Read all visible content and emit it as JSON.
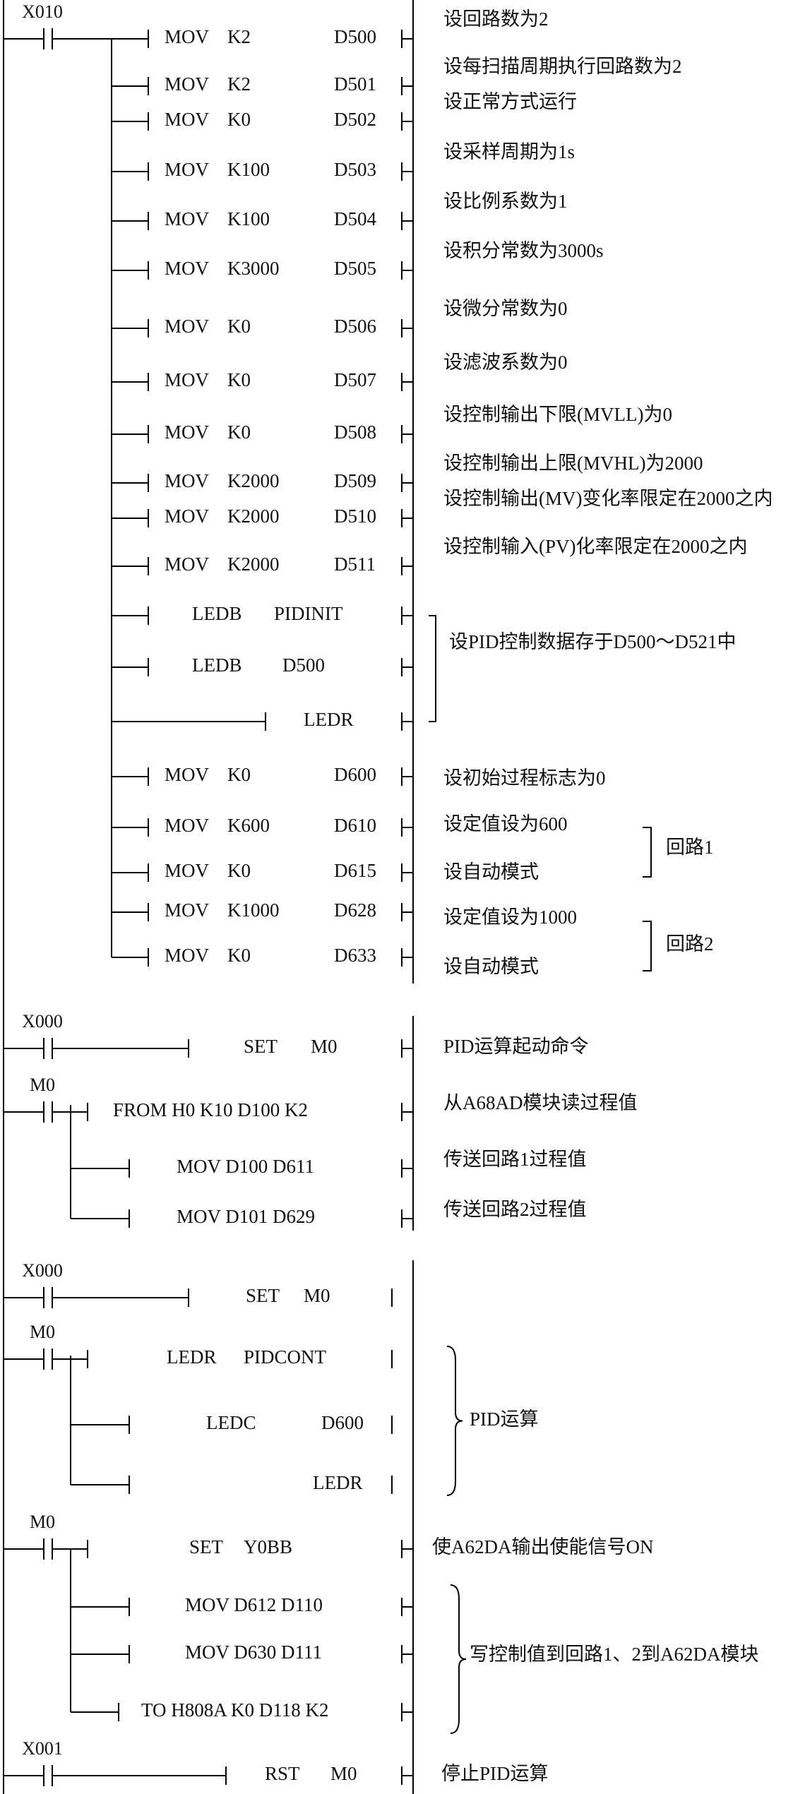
{
  "block1": {
    "contact": "X010",
    "rows": [
      {
        "op": "MOV",
        "src": "K2",
        "dst": "D500",
        "comment": "设回路数为2"
      },
      {
        "op": "MOV",
        "src": "K2",
        "dst": "D501",
        "comment": "设每扫描周期执行回路数为2"
      },
      {
        "op": "MOV",
        "src": "K0",
        "dst": "D502",
        "comment": "设正常方式运行"
      },
      {
        "op": "MOV",
        "src": "K100",
        "dst": "D503",
        "comment": "设采样周期为1s"
      },
      {
        "op": "MOV",
        "src": "K100",
        "dst": "D504",
        "comment": "设比例系数为1"
      },
      {
        "op": "MOV",
        "src": "K3000",
        "dst": "D505",
        "comment": "设积分常数为3000s"
      },
      {
        "op": "MOV",
        "src": "K0",
        "dst": "D506",
        "comment": "设微分常数为0"
      },
      {
        "op": "MOV",
        "src": "K0",
        "dst": "D507",
        "comment": "设滤波系数为0"
      },
      {
        "op": "MOV",
        "src": "K0",
        "dst": "D508",
        "comment": "设控制输出下限(MVLL)为0"
      },
      {
        "op": "MOV",
        "src": "K2000",
        "dst": "D509",
        "comment": "设控制输出上限(MVHL)为2000"
      },
      {
        "op": "MOV",
        "src": "K2000",
        "dst": "D510",
        "comment": "设控制输出(MV)变化率限定在2000之内"
      },
      {
        "op": "MOV",
        "src": "K2000",
        "dst": "D511",
        "comment": "设控制输入(PV)化率限定在2000之内"
      }
    ],
    "ledb1": [
      "LEDB",
      "PIDINIT"
    ],
    "ledb2": [
      "LEDB",
      "D500"
    ],
    "ledr": "LEDR",
    "group_comment": "设PID控制数据存于D500～D521中",
    "rows2": [
      {
        "op": "MOV",
        "src": "K0",
        "dst": "D600",
        "comment": "设初始过程标志为0"
      },
      {
        "op": "MOV",
        "src": "K600",
        "dst": "D610",
        "comment": "设定值设为600"
      },
      {
        "op": "MOV",
        "src": "K0",
        "dst": "D615",
        "comment": "设自动模式"
      },
      {
        "op": "MOV",
        "src": "K1000",
        "dst": "D628",
        "comment": "设定值设为1000"
      },
      {
        "op": "MOV",
        "src": "K0",
        "dst": "D633",
        "comment": "设自动模式"
      }
    ],
    "loop1": "回路1",
    "loop2": "回路2"
  },
  "block2": {
    "r1": {
      "contact": "X000",
      "op": "SET",
      "arg": "M0",
      "comment": "PID运算起动命令"
    },
    "r2": {
      "contact": "M0",
      "instr": "FROM  H0  K10    D100  K2",
      "comment": "从A68AD模块读过程值"
    },
    "r3": {
      "instr": "MOV  D100  D611",
      "comment": "传送回路1过程值"
    },
    "r4": {
      "instr": "MOV  D101  D629",
      "comment": "传送回路2过程值"
    }
  },
  "block3": {
    "r1": {
      "contact": "X000",
      "op": "SET",
      "arg": "M0"
    },
    "r2": {
      "contact": "M0",
      "op": "LEDR",
      "arg": "PIDCONT"
    },
    "r3": {
      "op": "LEDC",
      "arg": "D600"
    },
    "r4": {
      "op": "LEDR"
    },
    "comment": "PID运算"
  },
  "block4": {
    "r1": {
      "contact": "M0",
      "op": "SET",
      "arg": "Y0BB",
      "comment": "使A62DA输出使能信号ON"
    },
    "r2": {
      "instr": "MOV  D612  D110"
    },
    "r3": {
      "instr": "MOV  D630  D111"
    },
    "r4": {
      "instr": "TO  H808A  K0  D118  K2"
    },
    "group_comment": "写控制值到回路1、2到A62DA模块",
    "r5": {
      "contact": "X001",
      "op": "RST",
      "arg": "M0",
      "comment": "停止PID运算"
    }
  }
}
